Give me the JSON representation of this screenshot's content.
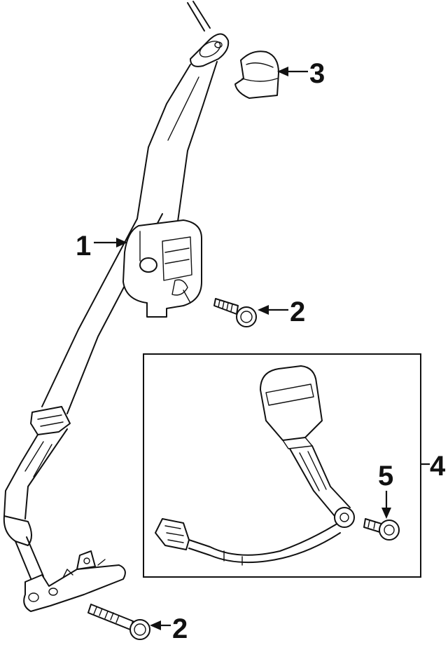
{
  "callouts": {
    "c1": "1",
    "c2_upper": "2",
    "c3": "3",
    "c4": "4",
    "c5": "5",
    "c2_lower": "2"
  },
  "colors": {
    "line": "#111111",
    "background": "#ffffff"
  }
}
